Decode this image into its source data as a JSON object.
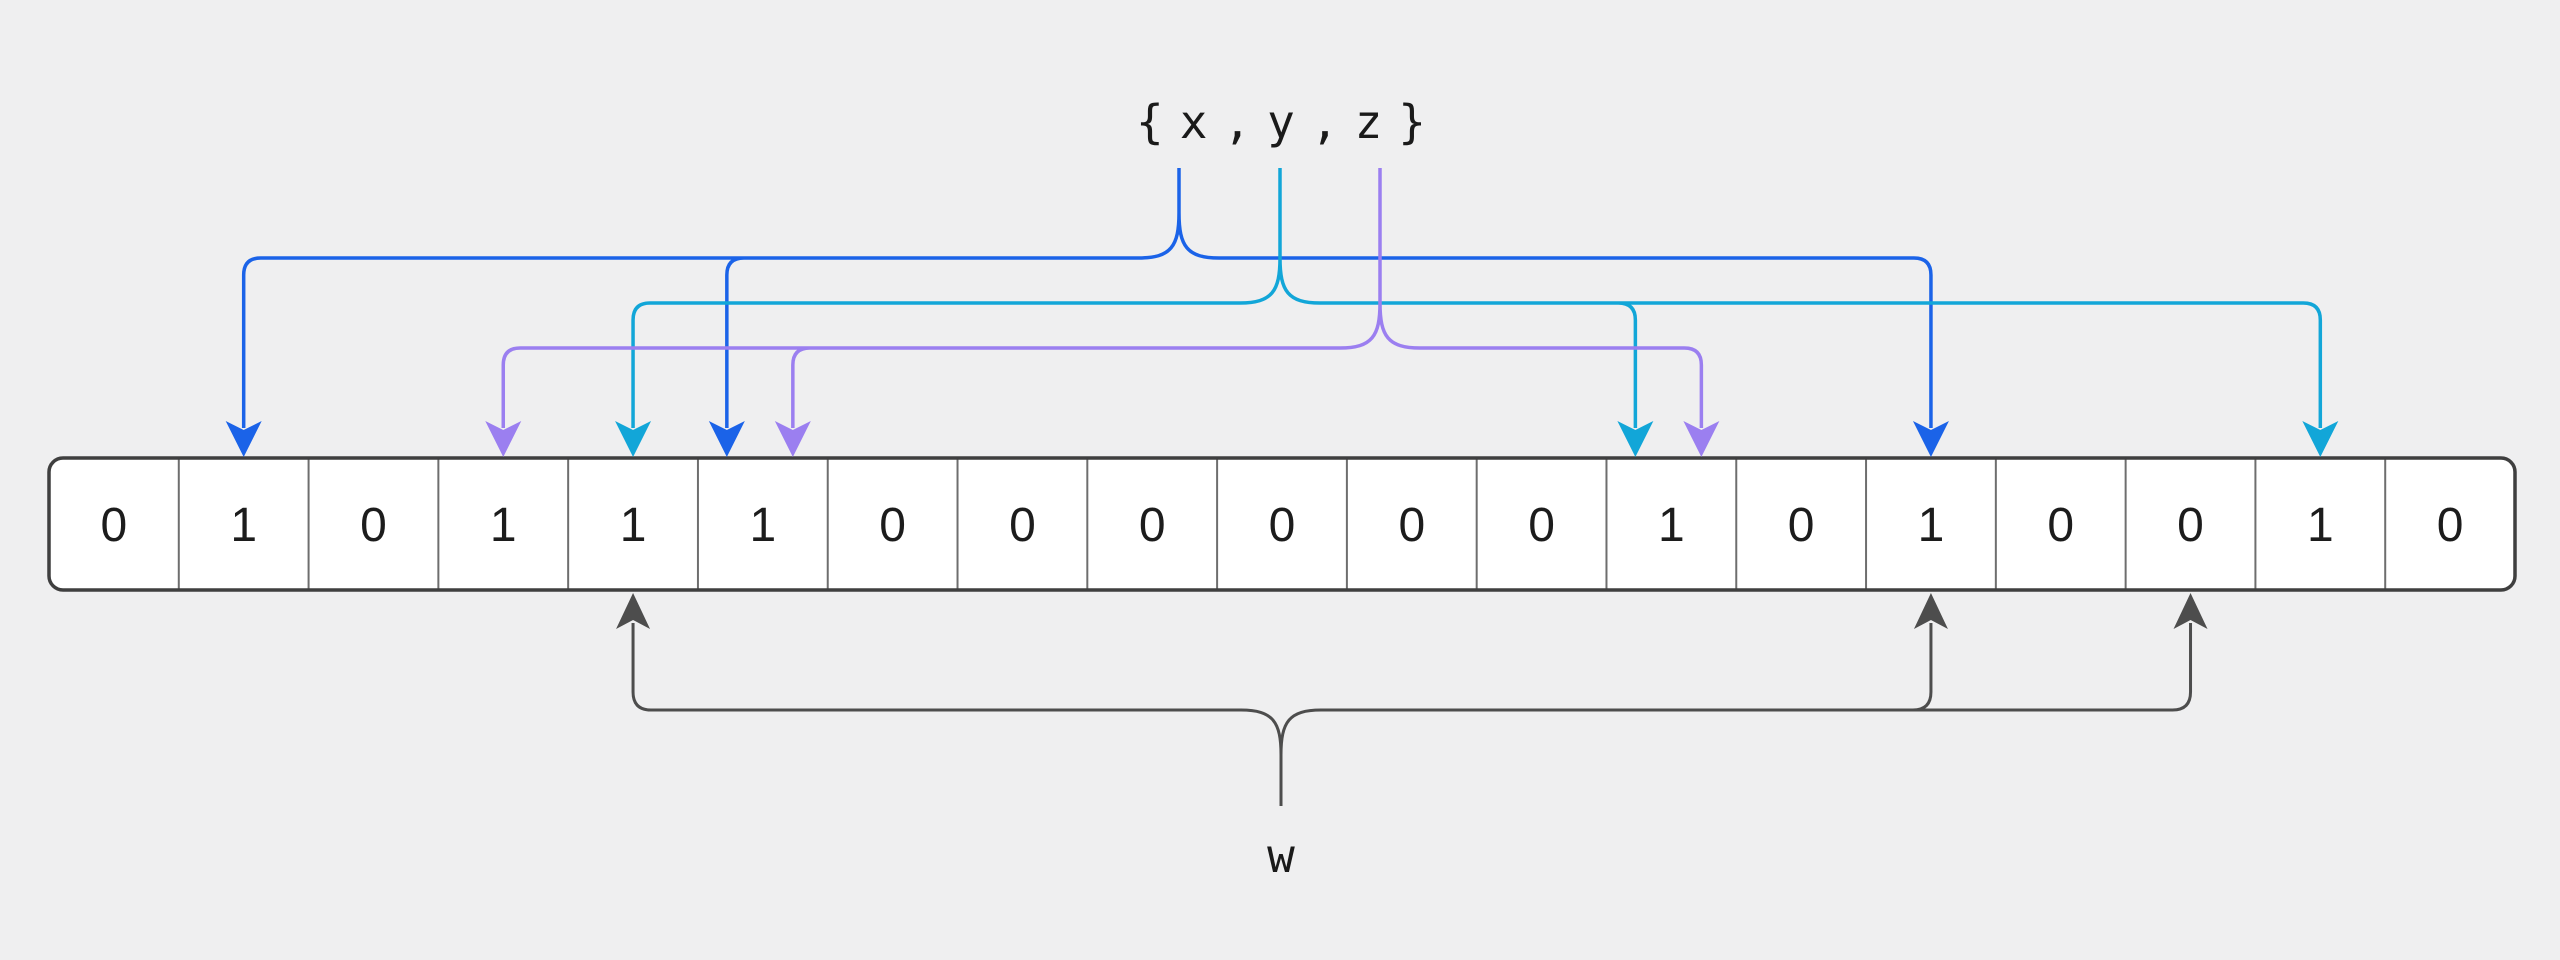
{
  "figure": {
    "title": "{ x , y , z }",
    "background_color": "#efeff0",
    "set_elements": [
      {
        "name": "x",
        "color": "#1b63e8",
        "target_cells": [
          1,
          5,
          14
        ]
      },
      {
        "name": "y",
        "color": "#12a6d8",
        "target_cells": [
          4,
          12,
          17
        ]
      },
      {
        "name": "z",
        "color": "#9b7ff0",
        "target_cells": [
          3,
          5,
          12
        ]
      }
    ],
    "query_element": {
      "name": "w",
      "color": "#4d4d4d",
      "target_cells": [
        4,
        14,
        16
      ]
    },
    "bit_array": {
      "cells": [
        0,
        1,
        0,
        1,
        1,
        1,
        0,
        0,
        0,
        0,
        0,
        0,
        1,
        0,
        1,
        0,
        0,
        1,
        0
      ],
      "cell_fill": "#ffffff",
      "divider_color": "#6e6e6e",
      "border_color": "#3f3f3f",
      "digit_color": "#1c1c1c"
    }
  }
}
